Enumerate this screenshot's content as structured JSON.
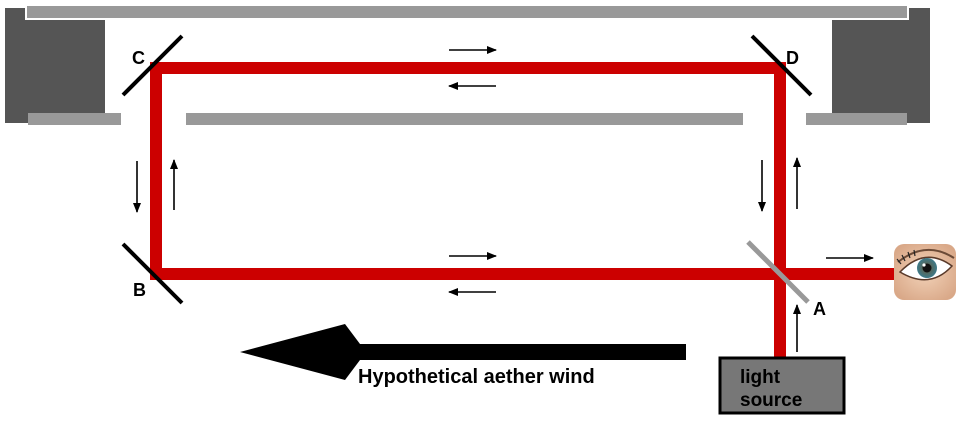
{
  "mirrors": {
    "A": "A",
    "B": "B",
    "C": "C",
    "D": "D"
  },
  "light_source": {
    "line1": "light",
    "line2": "source"
  },
  "aether_wind": {
    "label": "Hypothetical aether wind"
  },
  "colors": {
    "beam": "#cc0000",
    "tube_wall": "#999999",
    "magnet_block": "#555555",
    "source_box": "#777777",
    "splitter": "#999999",
    "arrow": "#000000"
  },
  "icons": {
    "observer": "eye-icon"
  }
}
